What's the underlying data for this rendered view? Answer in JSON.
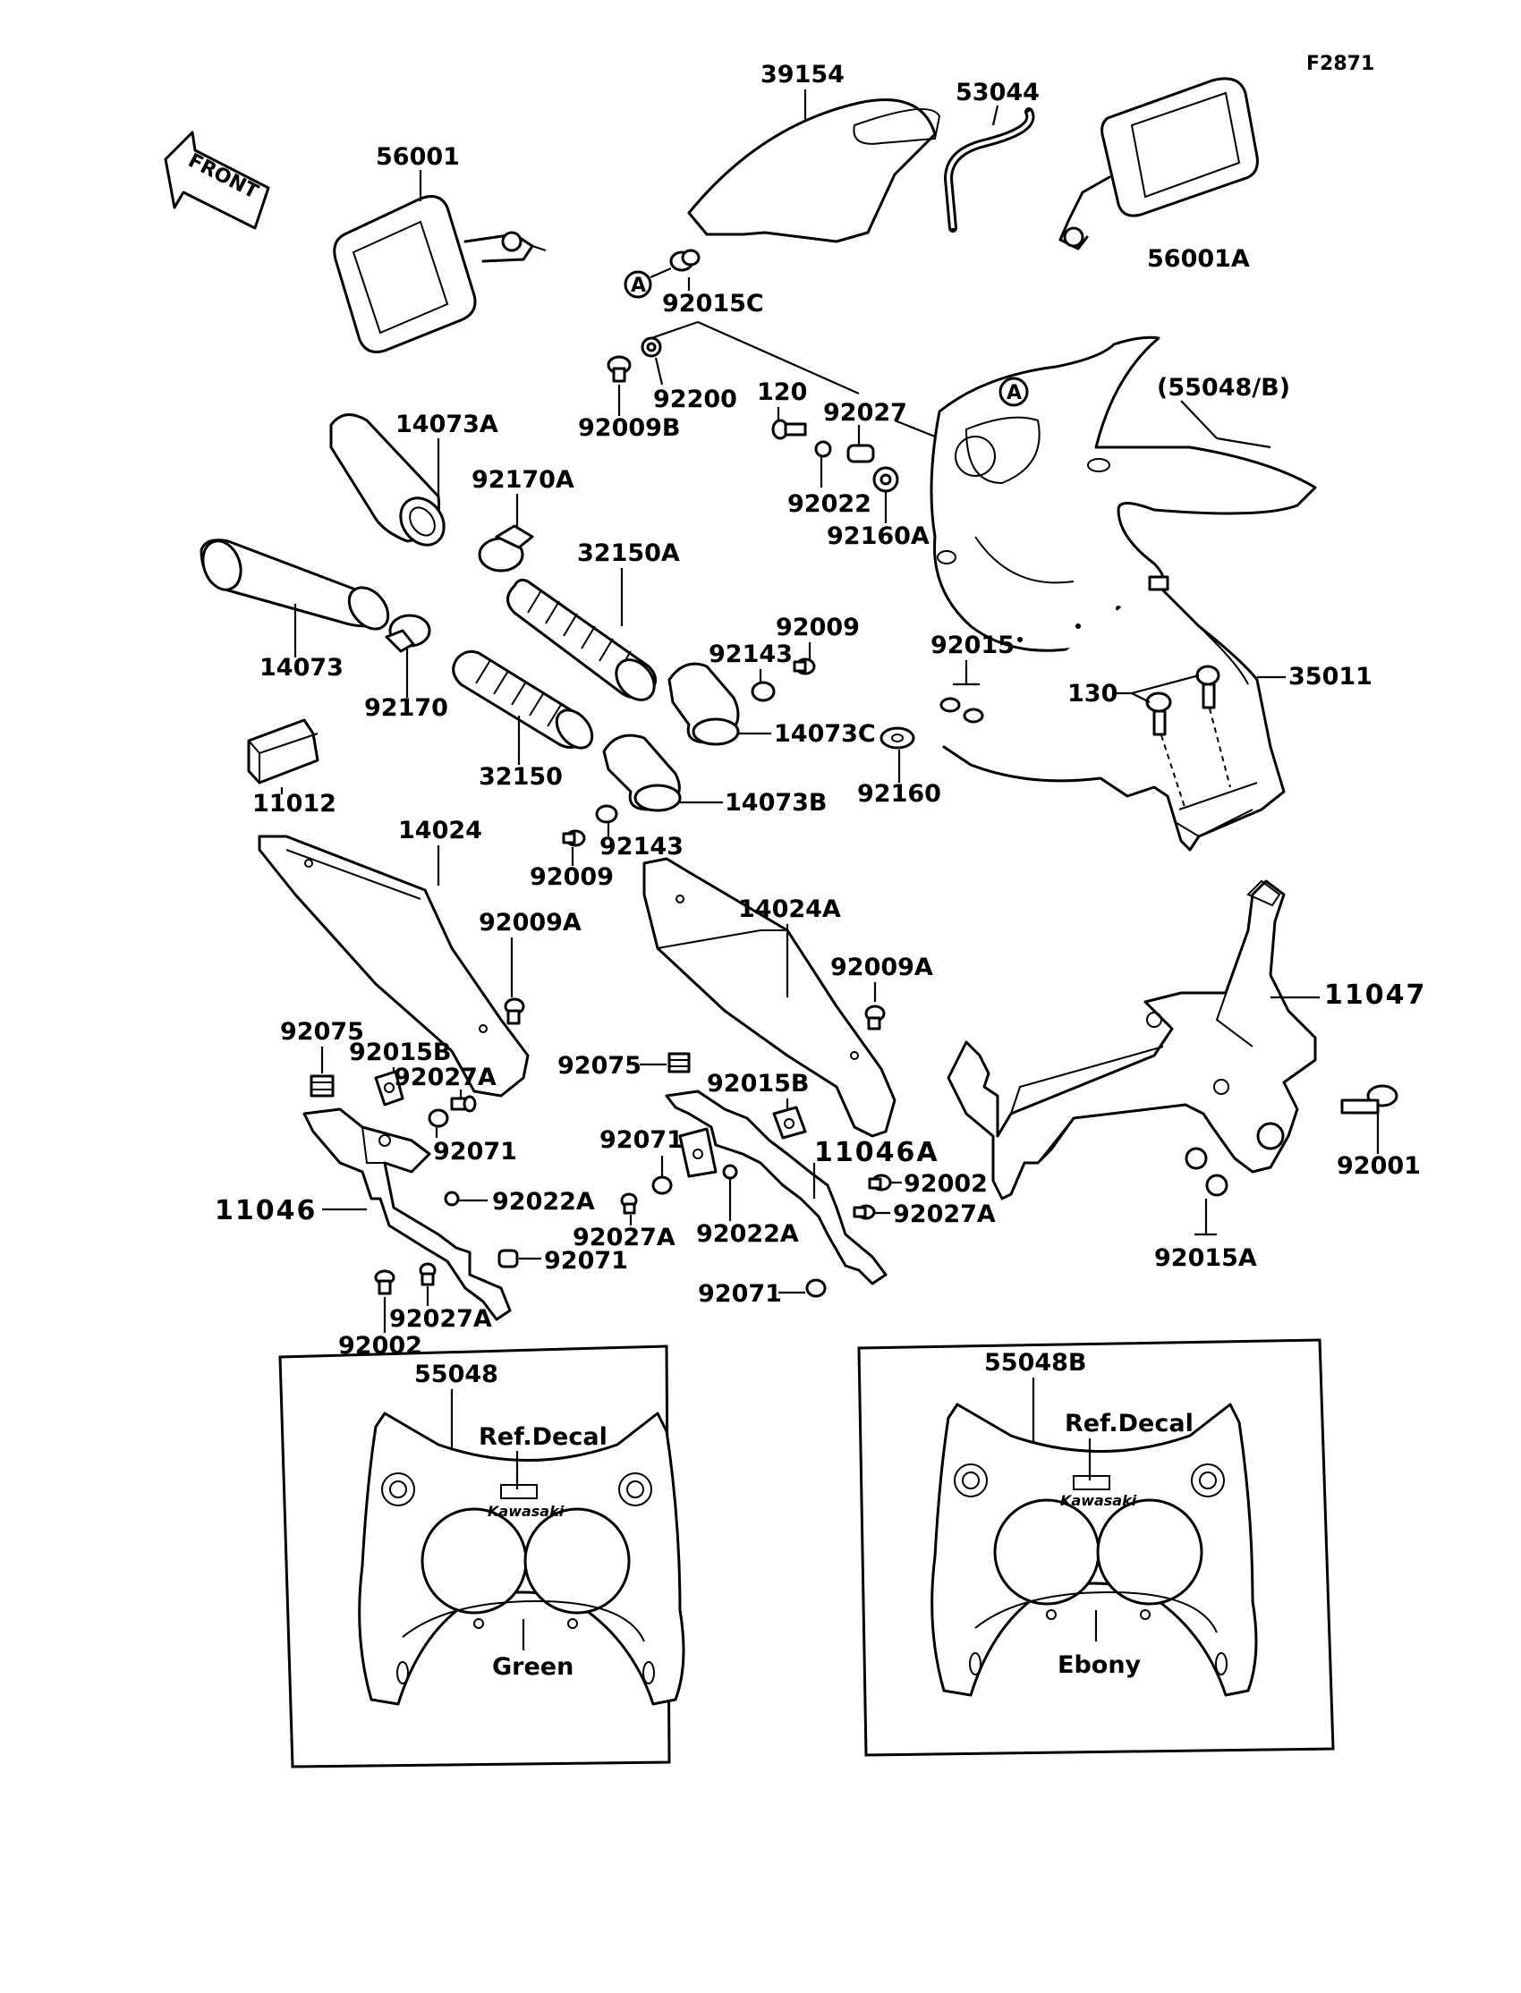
{
  "figure_code": "F2871",
  "front_label": "FRONT",
  "labels": {
    "p39154": "39154",
    "p53044": "53044",
    "p56001": "56001",
    "p56001A": "56001A",
    "p92015C": "92015C",
    "p92200": "92200",
    "p92009B": "92009B",
    "p120": "120",
    "p92027": "92027",
    "p55048B_ref": "(55048/B)",
    "p92022": "92022",
    "p92160A": "92160A",
    "p14073A": "14073A",
    "p92170A": "92170A",
    "p32150A": "32150A",
    "p14073": "14073",
    "p92170": "92170",
    "p92009_top": "92009",
    "p92143_top": "92143",
    "p92015": "92015",
    "p130": "130",
    "p35011": "35011",
    "p14073C": "14073C",
    "p32150": "32150",
    "p92160": "92160",
    "p11012": "11012",
    "p14073B": "14073B",
    "p14024": "14024",
    "p92143_bot": "92143",
    "p92009_bot": "92009",
    "p14024A": "14024A",
    "p92009A_left": "92009A",
    "p92009A_right": "92009A",
    "p11047": "11047",
    "p92075_left": "92075",
    "p92015B_left": "92015B",
    "p92027A_left": "92027A",
    "p92071_left_top": "92071",
    "p92075_mid": "92075",
    "p92015B_mid": "92015B",
    "p92071_mid": "92071",
    "p11046A": "11046A",
    "p92002_right": "92002",
    "p92001": "92001",
    "p11046": "11046",
    "p92022A_left": "92022A",
    "p92027A_mid": "92027A",
    "p92022A_mid": "92022A",
    "p92027A_right": "92027A",
    "p92015A": "92015A",
    "p92071_left_bot": "92071",
    "p92071_mid_bot": "92071",
    "p92027A_bot": "92027A",
    "p92002_left": "92002"
  },
  "variants": [
    {
      "part": "55048",
      "ref_decal": "Ref.Decal",
      "brand": "Kawasaki",
      "color": "Green"
    },
    {
      "part": "55048B",
      "ref_decal": "Ref.Decal",
      "brand": "Kawasaki",
      "color": "Ebony"
    }
  ],
  "callout_letter": "A"
}
